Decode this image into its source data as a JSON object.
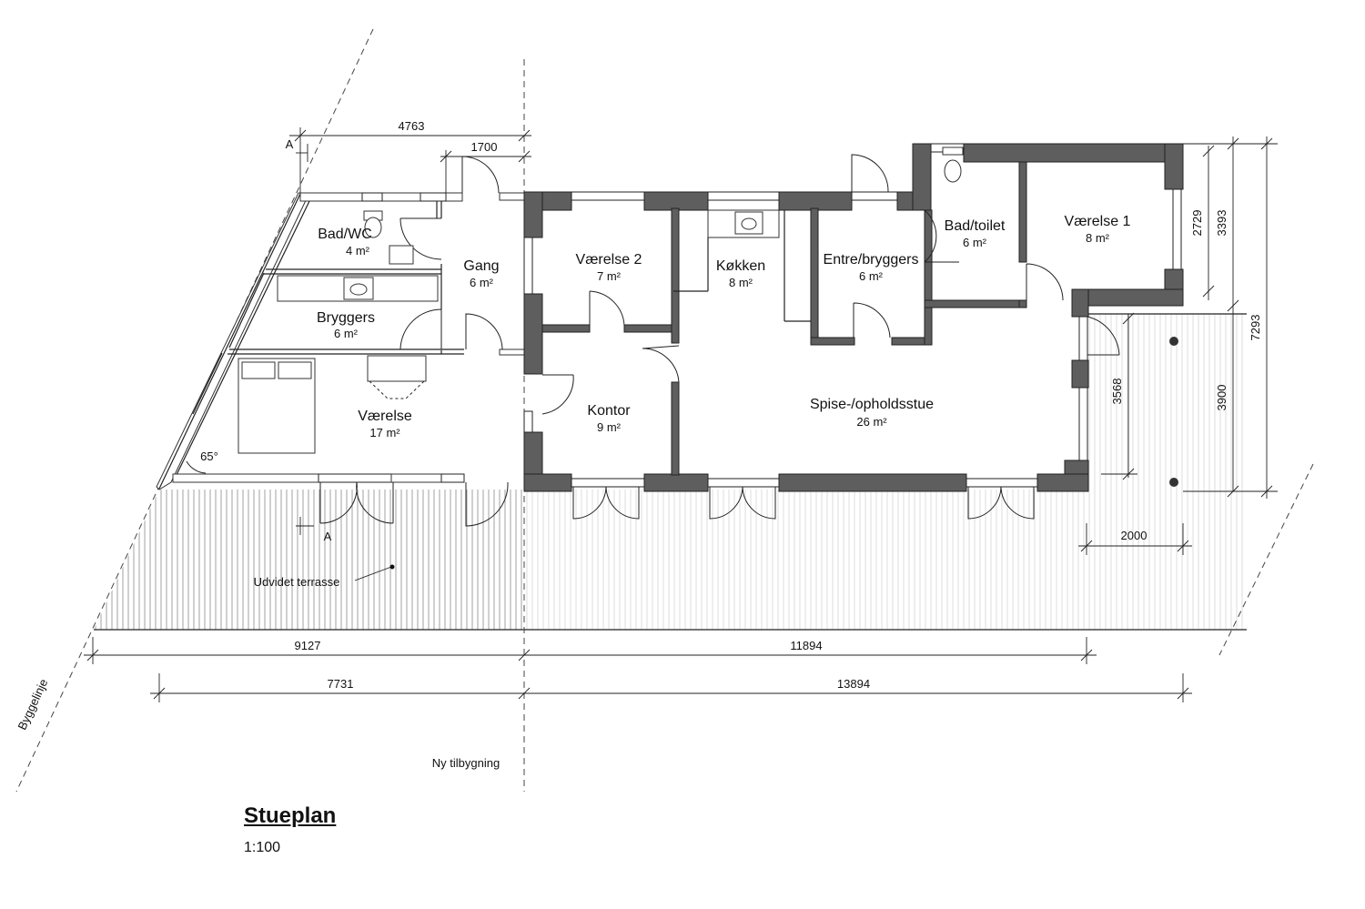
{
  "drawing": {
    "title": "Stueplan",
    "scale": "1:100"
  },
  "rooms": {
    "bad_wc": {
      "name": "Bad/WC",
      "area": "4 m²"
    },
    "bryggers_left": {
      "name": "Bryggers",
      "area": "6 m²"
    },
    "gang": {
      "name": "Gang",
      "area": "6 m²"
    },
    "vaerelse_left": {
      "name": "Værelse",
      "area": "17 m²"
    },
    "vaerelse2": {
      "name": "Værelse 2",
      "area": "7 m²"
    },
    "koekken": {
      "name": "Køkken",
      "area": "8 m²"
    },
    "entre": {
      "name": "Entre/bryggers",
      "area": "6 m²"
    },
    "bad_toilet": {
      "name": "Bad/toilet",
      "area": "6 m²"
    },
    "vaerelse1": {
      "name": "Værelse 1",
      "area": "8 m²"
    },
    "kontor": {
      "name": "Kontor",
      "area": "9 m²"
    },
    "spise": {
      "name": "Spise-/opholdsstue",
      "area": "26 m²"
    }
  },
  "dimensions": {
    "top_4763": "4763",
    "top_1700": "1700",
    "bottom_9127": "9127",
    "bottom_11894": "11894",
    "bottom_7731": "7731",
    "bottom_13894": "13894",
    "terrace_2000": "2000",
    "right_2729": "2729",
    "right_3393": "3393",
    "right_7293": "7293",
    "right_3568": "3568",
    "right_3900": "3900"
  },
  "annotations": {
    "section_a_top": "A",
    "section_a_bottom": "A",
    "angle": "65°",
    "terrace": "Udvidet terrasse",
    "building_line": "Byggelinje",
    "new_extension": "Ny tilbygning"
  }
}
